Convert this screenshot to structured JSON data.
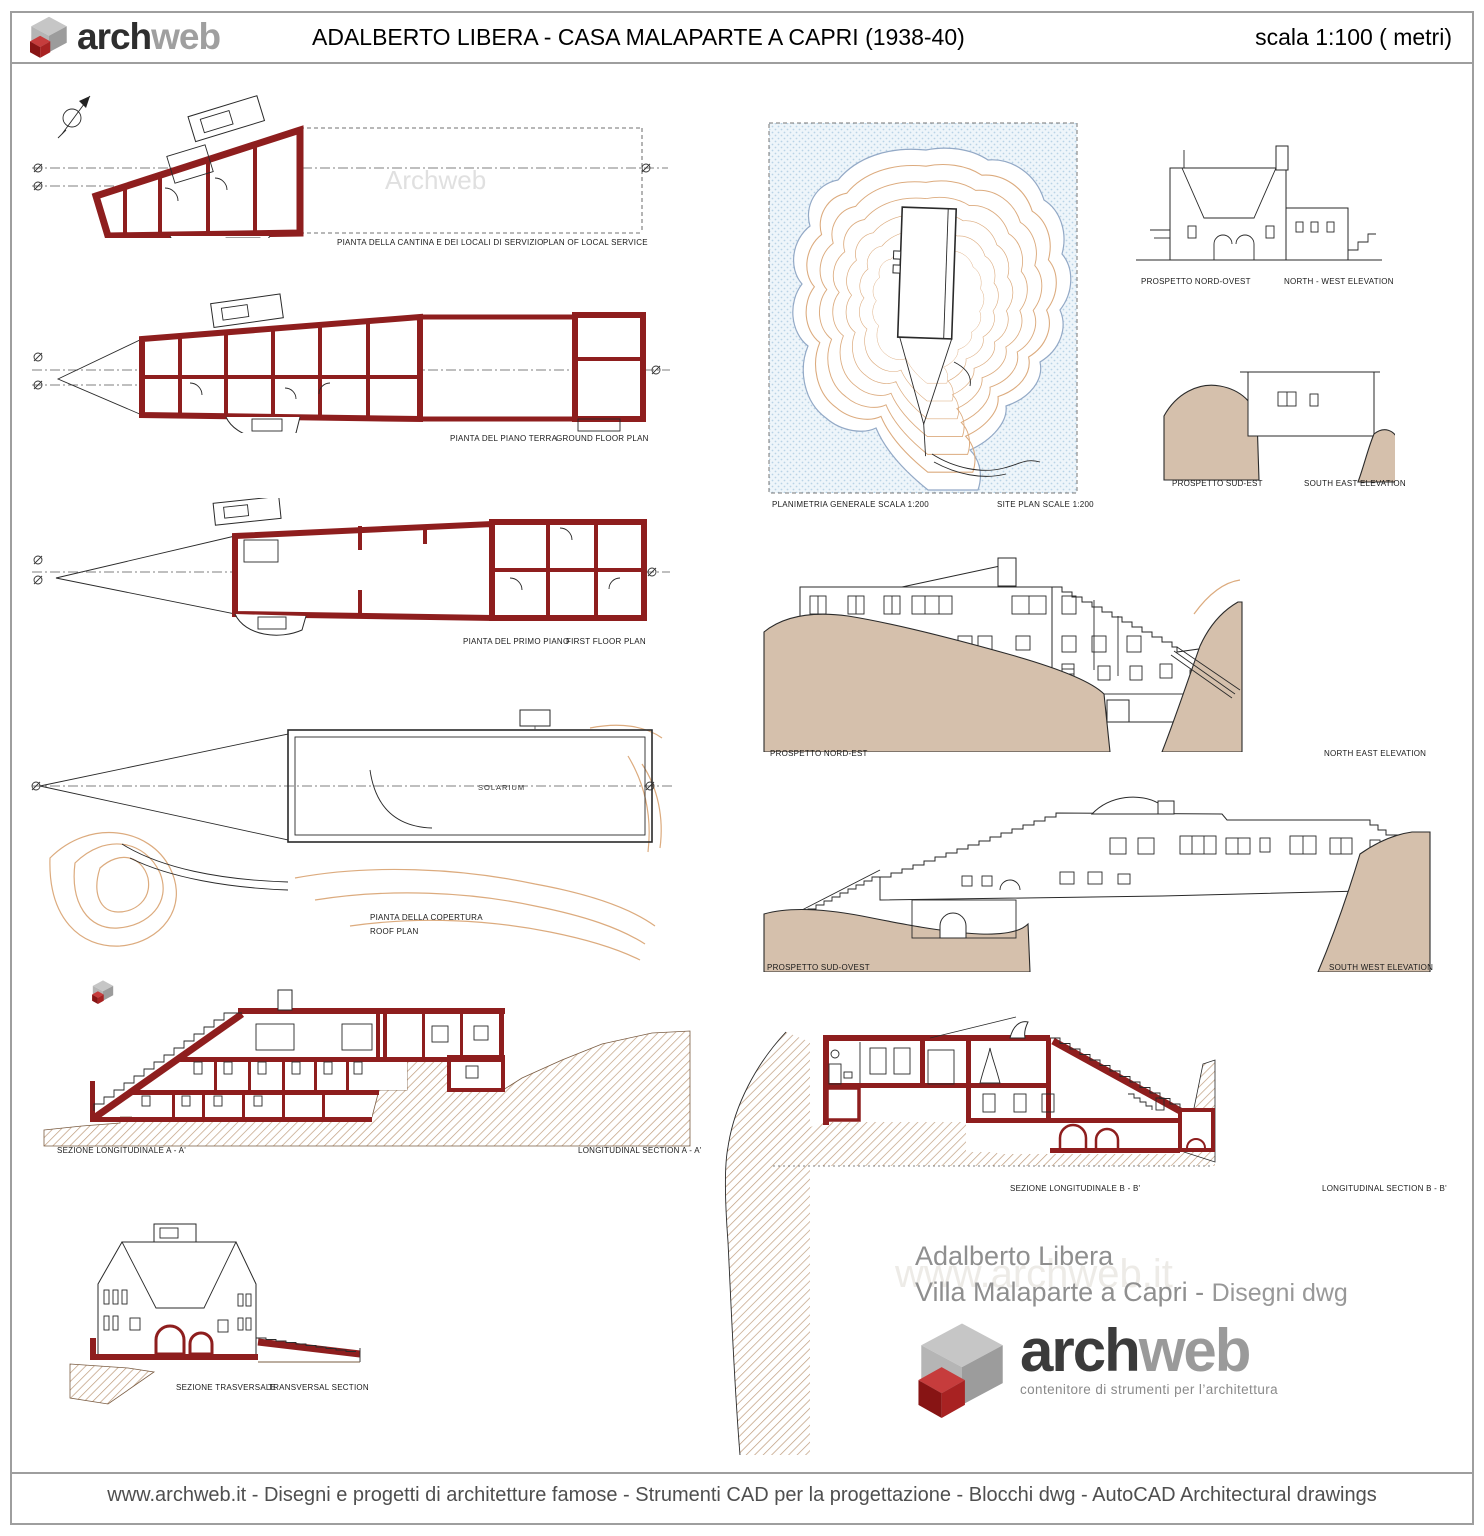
{
  "header": {
    "brand_arch": "arch",
    "brand_web": "web",
    "title": "ADALBERTO LIBERA - CASA  MALAPARTE A CAPRI (1938-40)",
    "scale": "scala 1:100 ( metri)"
  },
  "watermarks": {
    "plan_area": "Archweb",
    "credits_area": "www.archweb.it"
  },
  "drawings": {
    "cellar_plan": {
      "label_it": "PIANTA DELLA CANTINA E DEI LOCALI DI SERVIZIO",
      "label_en": "PLAN OF LOCAL SERVICE"
    },
    "ground_floor_plan": {
      "label_it": "PIANTA DEL PIANO TERRA",
      "label_en": "GROUND FLOOR PLAN"
    },
    "first_floor_plan": {
      "label_it": "PIANTA DEL PRIMO PIANO",
      "label_en": "FIRST FLOOR PLAN"
    },
    "roof_plan": {
      "label_it": "PIANTA DELLA COPERTURA",
      "label_en": "ROOF PLAN",
      "room_label": "SOLARIUM"
    },
    "site_plan": {
      "label_it": "PLANIMETRIA GENERALE   SCALA 1:200",
      "label_en": "SITE PLAN  SCALE 1:200"
    },
    "nw_elevation": {
      "label_it": "PROSPETTO NORD-OVEST",
      "label_en": "NORTH - WEST ELEVATION"
    },
    "se_elevation": {
      "label_it": "PROSPETTO SUD-EST",
      "label_en": "SOUTH EAST ELEVATION"
    },
    "ne_elevation": {
      "label_it": "PROSPETTO NORD-EST",
      "label_en": "NORTH EAST ELEVATION"
    },
    "sw_elevation": {
      "label_it": "PROSPETTO SUD-OVEST",
      "label_en": "SOUTH WEST ELEVATION"
    },
    "section_aa": {
      "label_it": "SEZIONE LONGITUDINALE  A - A'",
      "label_en": "LONGITUDINAL SECTION  A - A'"
    },
    "section_bb": {
      "label_it": "SEZIONE LONGITUDINALE  B - B'",
      "label_en": "LONGITUDINAL SECTION  B - B'"
    },
    "transversal_section": {
      "label_it": "SEZIONE TRASVERSALE",
      "label_en": "TRANSVERSAL SECTION"
    }
  },
  "credits": {
    "architect": "Adalberto Libera",
    "project": "Villa Malaparte a Capri - ",
    "project_suffix": "Disegni dwg",
    "logo_arch": "arch",
    "logo_web": "web",
    "logo_tagline": "contenitore di strumenti per l’architettura"
  },
  "footer": {
    "text": "www.archweb.it -   Disegni e progetti di architetture famose  -  Strumenti CAD  per la progettazione  -  Blocchi dwg - AutoCAD Architectural drawings"
  },
  "colors": {
    "wall_red": "#8e1e1e",
    "hill_tan": "#d5c0ac",
    "contour_tan": "#dcab7e",
    "water_blue": "#eef5fa",
    "logo_red": "#b3231f",
    "credit_gray": "#8f8f8f"
  }
}
